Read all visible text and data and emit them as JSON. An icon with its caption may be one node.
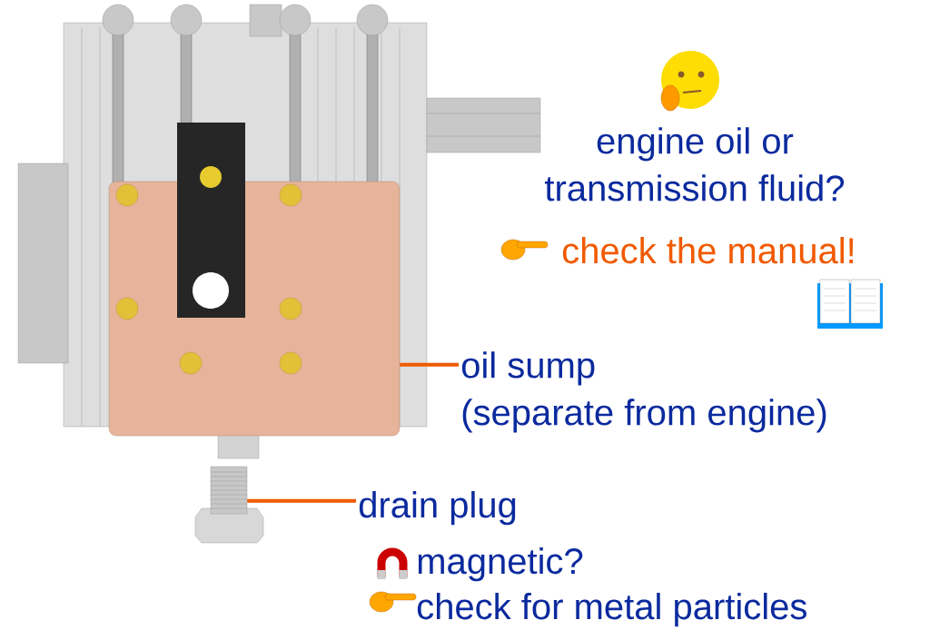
{
  "diagram": {
    "nodes": [
      {
        "text": [],
        "shape": "box"
      },
      {
        "text": [
          "oil sump",
          "(separate from engine)"
        ]
      },
      {
        "text": [],
        "shape": "picture"
      },
      {
        "text": [
          "drain plug"
        ]
      }
    ],
    "edges": [
      {
        "from": 1,
        "to": 0,
        "arrow": "none"
      },
      {
        "from": 3,
        "to": 2,
        "arrow": "none"
      }
    ],
    "labels": [
      "engine oil or transmission fluid?",
      "check the manual!",
      "magnetic?",
      "check for metal particles"
    ]
  }
}
